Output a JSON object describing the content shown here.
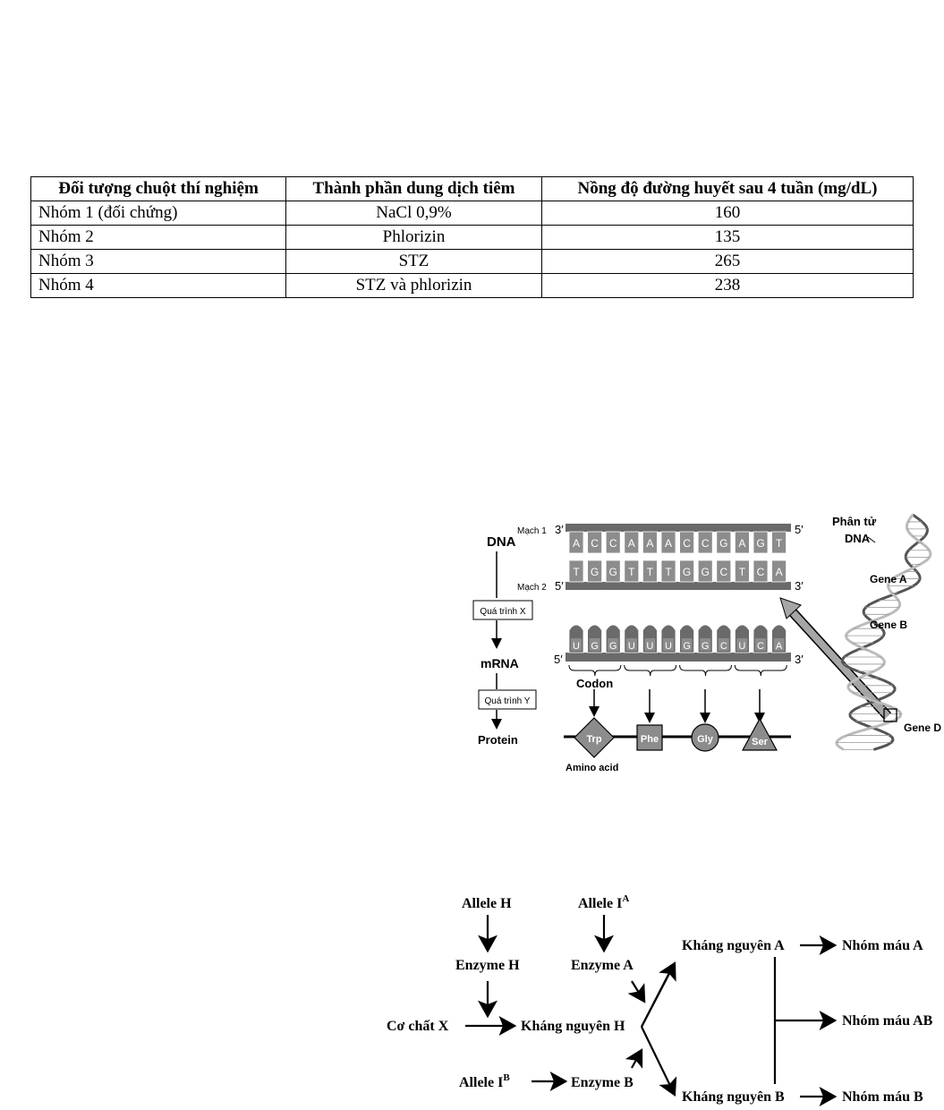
{
  "table": {
    "headers": [
      "Đối tượng chuột thí nghiệm",
      "Thành phần dung dịch tiêm",
      "Nồng độ đường huyết sau 4 tuần (mg/dL)"
    ],
    "rows": [
      [
        "Nhóm 1 (đối chứng)",
        "NaCl 0,9%",
        "160"
      ],
      [
        "Nhóm 2",
        "Phlorizin",
        "135"
      ],
      [
        "Nhóm 3",
        "STZ",
        "265"
      ],
      [
        "Nhóm 4",
        "STZ và phlorizin",
        "238"
      ]
    ]
  },
  "dna_figure": {
    "dna": "DNA",
    "process_x": "Quá trình X",
    "mrna": "mRNA",
    "process_y": "Quá trình Y",
    "protein": "Protein",
    "strand1": "Mạch 1",
    "strand2": "Mạch 2",
    "three_prime": "3′",
    "five_prime": "5′",
    "strand1_bases": [
      "A",
      "C",
      "C",
      "A",
      "A",
      "A",
      "C",
      "C",
      "G",
      "A",
      "G",
      "T"
    ],
    "strand2_bases": [
      "T",
      "G",
      "G",
      "T",
      "T",
      "T",
      "G",
      "G",
      "C",
      "T",
      "C",
      "A"
    ],
    "mrna_bases": [
      "U",
      "G",
      "G",
      "U",
      "U",
      "U",
      "G",
      "G",
      "C",
      "U",
      "C",
      "A"
    ],
    "codon": "Codon",
    "amino_acids": [
      "Trp",
      "Phe",
      "Gly",
      "Ser"
    ],
    "amino_acid_label": "Amino acid",
    "molecule_line1": "Phân tử",
    "molecule_line2": "DNA",
    "gene_a": "Gene A",
    "gene_b": "Gene B",
    "gene_d": "Gene D",
    "colors": {
      "dark": "#6a6a6a",
      "mid": "#8c8c8c",
      "light": "#d9d9d9",
      "arrow": "#a6a6a6"
    }
  },
  "blood_figure": {
    "allele_h": "Allele H",
    "allele_ia_base": "Allele I",
    "allele_ia_sup": "A",
    "enzyme_h": "Enzyme H",
    "enzyme_a": "Enzyme A",
    "substrate": "Cơ chất X",
    "antigen_h": "Kháng nguyên H",
    "allele_ib_base": "Allele I",
    "allele_ib_sup": "B",
    "enzyme_b": "Enzyme B",
    "antigen_a": "Kháng nguyên A",
    "antigen_b": "Kháng nguyên B",
    "group_a": "Nhóm máu A",
    "group_ab": "Nhóm máu AB",
    "group_b": "Nhóm máu B"
  }
}
